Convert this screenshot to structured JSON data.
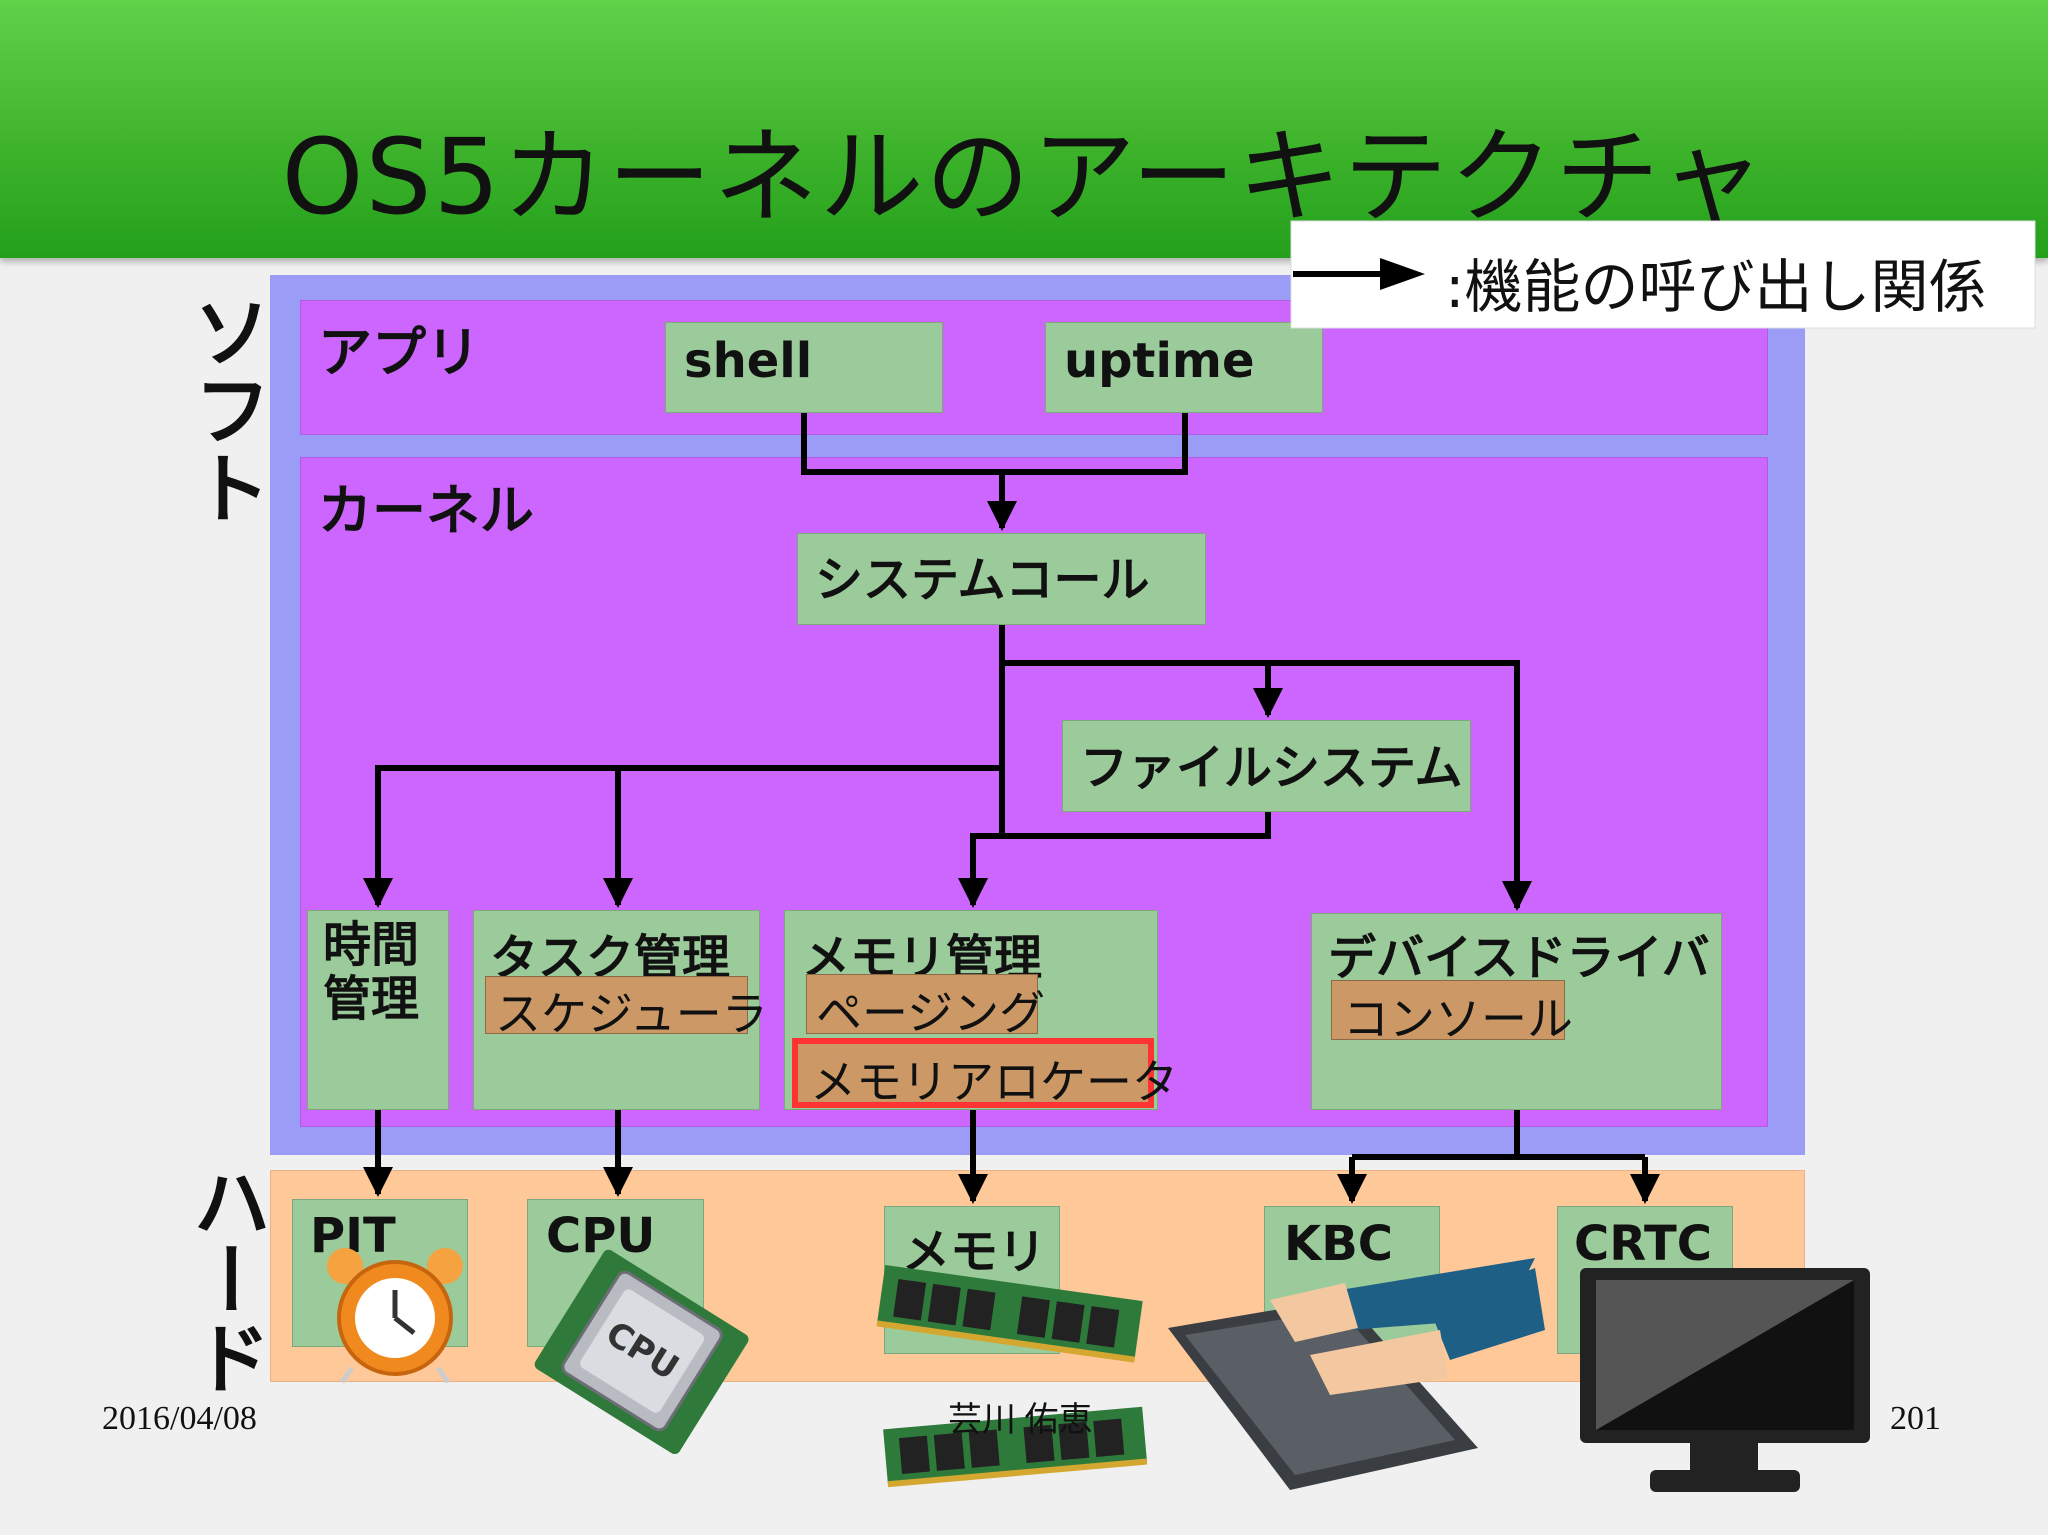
{
  "title": "OS5カーネルのアーキテクチャ",
  "legend": {
    "text": ":機能の呼び出し関係",
    "arrow_icon": "arrow-right-icon"
  },
  "side_labels": {
    "software": "ソフト",
    "hardware": "ハード"
  },
  "layers": {
    "app": {
      "label": "アプリ",
      "items": [
        "shell",
        "uptime"
      ]
    },
    "kernel": {
      "label": "カーネル",
      "syscall": "システムコール",
      "filesystem": "ファイルシステム",
      "time_mgmt": "時間\n管理",
      "task_mgmt": {
        "label": "タスク管理",
        "sub": "スケジューラ"
      },
      "mem_mgmt": {
        "label": "メモリ管理",
        "sub": "ページング",
        "highlight": "メモリアロケータ"
      },
      "device_driver": {
        "label": "デバイスドライバ",
        "sub": "コンソール"
      }
    },
    "hardware": {
      "items": [
        "PIT",
        "CPU",
        "メモリ",
        "KBC",
        "CRTC"
      ],
      "icons": [
        "alarm-clock-icon",
        "cpu-chip-icon",
        "memory-module-icon",
        "keyboard-typing-icon",
        "monitor-icon"
      ]
    }
  },
  "footer": {
    "date": "2016/04/08",
    "author": "芸川 佑恵",
    "page": "201"
  },
  "colors": {
    "banner": "#3fb42c",
    "software_bg": "#9a9cf6",
    "layer_purple": "#cc66ff",
    "module_green": "#9bcb9a",
    "submodule_tan": "#cc9966",
    "hardware_peach": "#ffc899",
    "highlight_red": "#ff3333"
  }
}
